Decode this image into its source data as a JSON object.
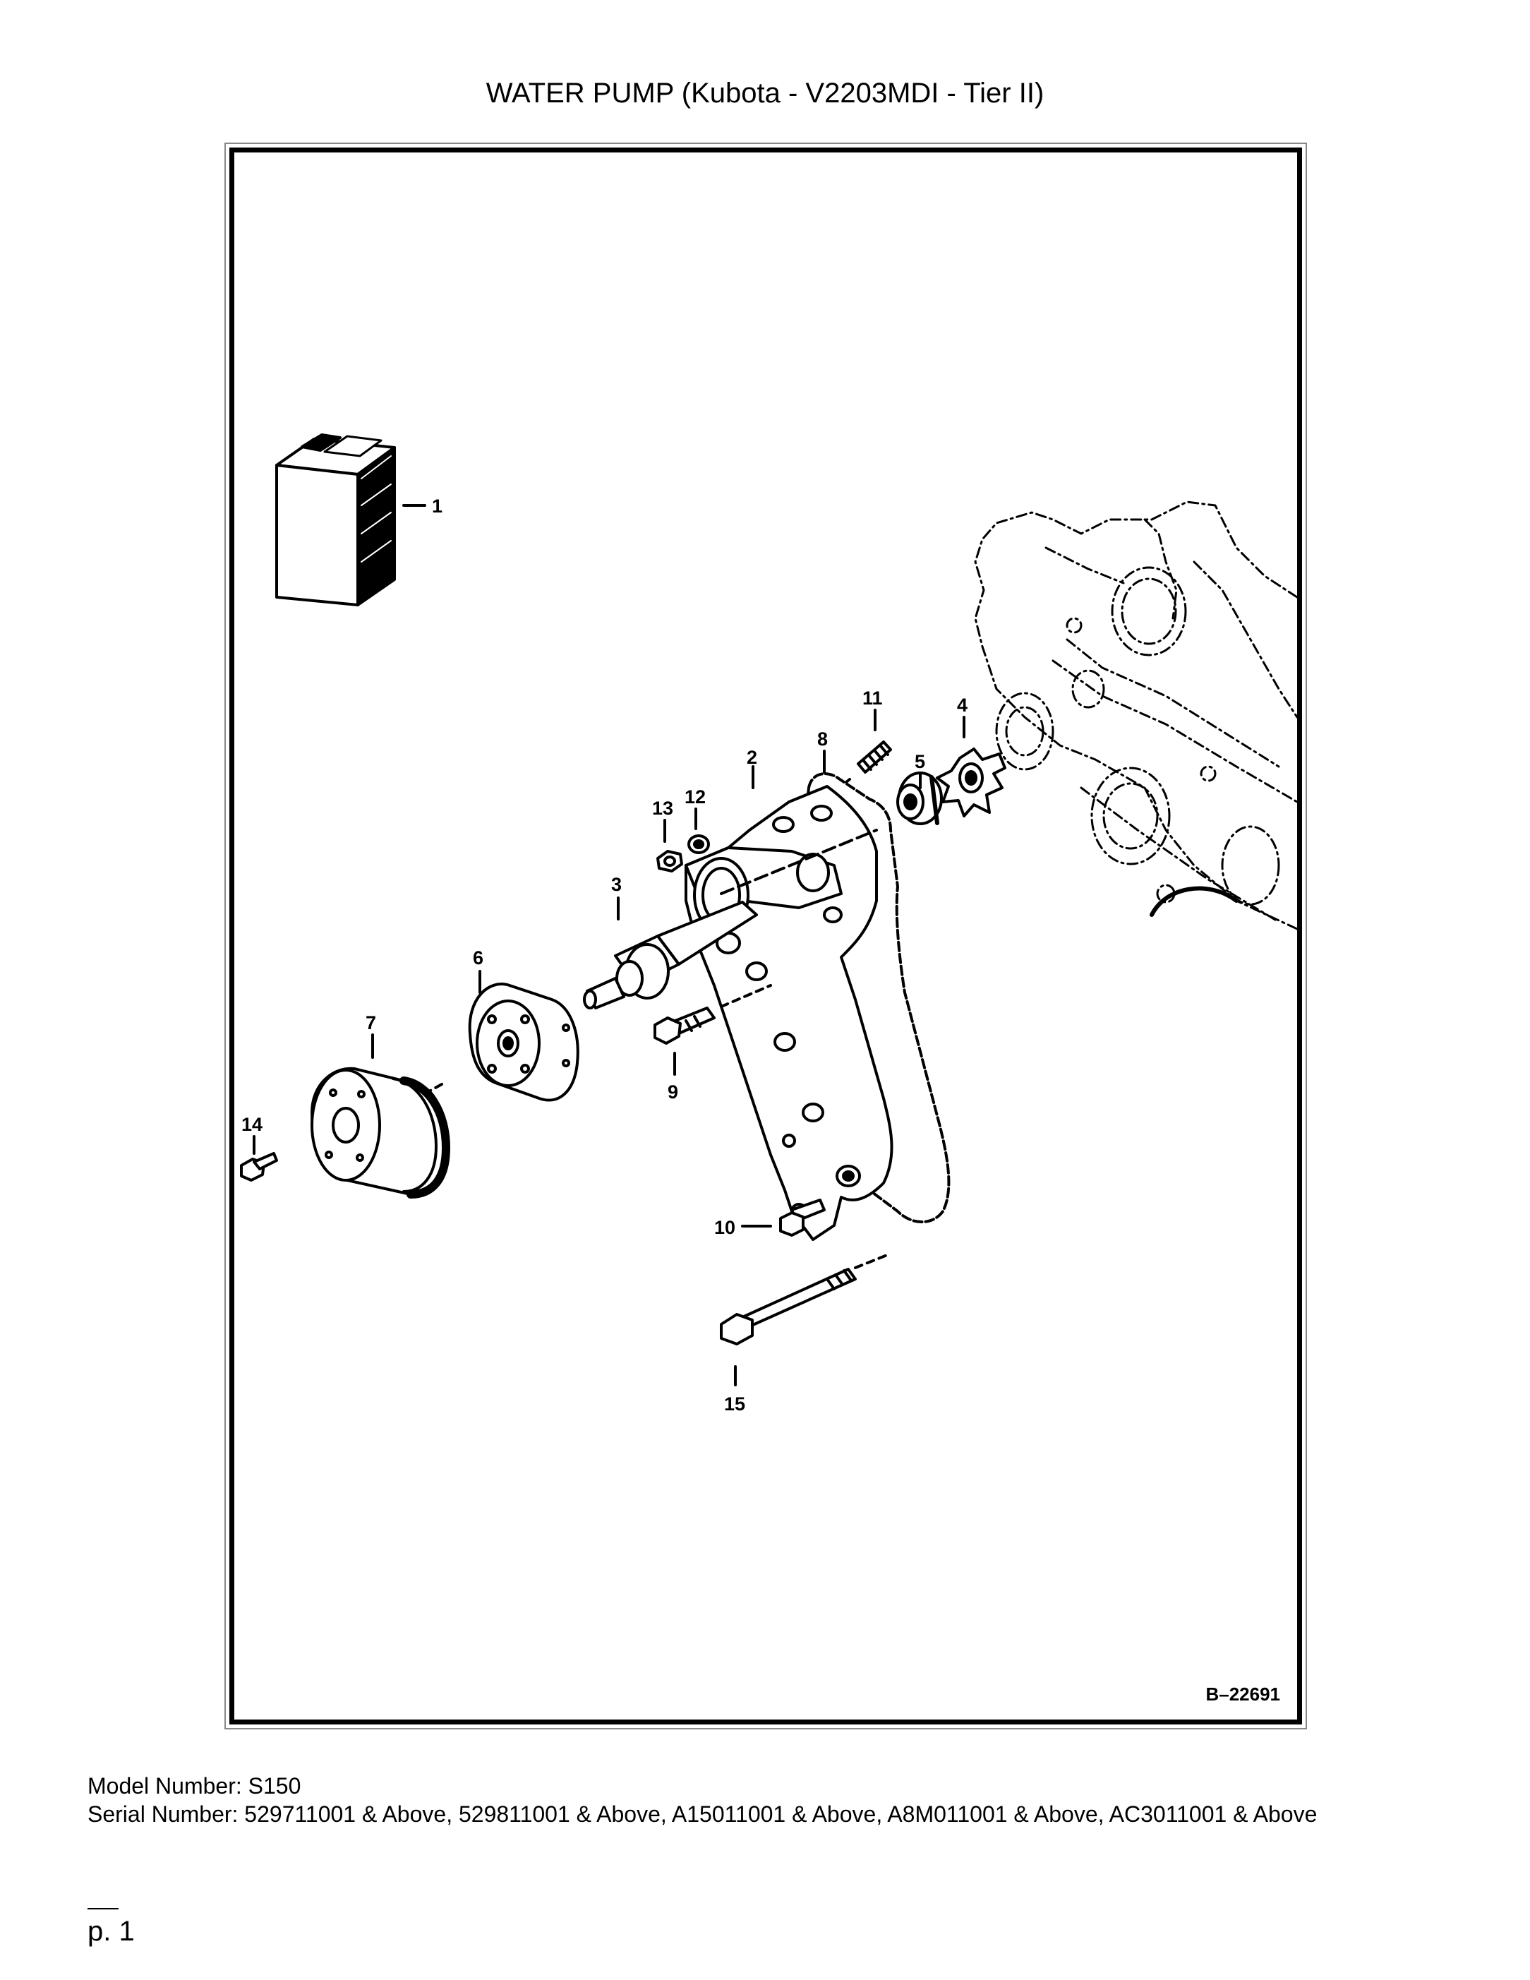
{
  "title": "WATER PUMP (Kubota - V2203MDI - Tier II)",
  "figure_id": "B–22691",
  "callouts": {
    "c1": "1",
    "c2": "2",
    "c3": "3",
    "c4": "4",
    "c5": "5",
    "c6": "6",
    "c7": "7",
    "c8": "8",
    "c9": "9",
    "c10": "10",
    "c11": "11",
    "c12": "12",
    "c13": "13",
    "c14": "14",
    "c15": "15"
  },
  "footer": {
    "model_number": "Model Number: S150",
    "serial_number": "Serial Number: 529711001 & Above, 529811001 & Above, A15011001 & Above, A8M011001 & Above, AC3011001 & Above"
  },
  "page_label": "p. 1"
}
